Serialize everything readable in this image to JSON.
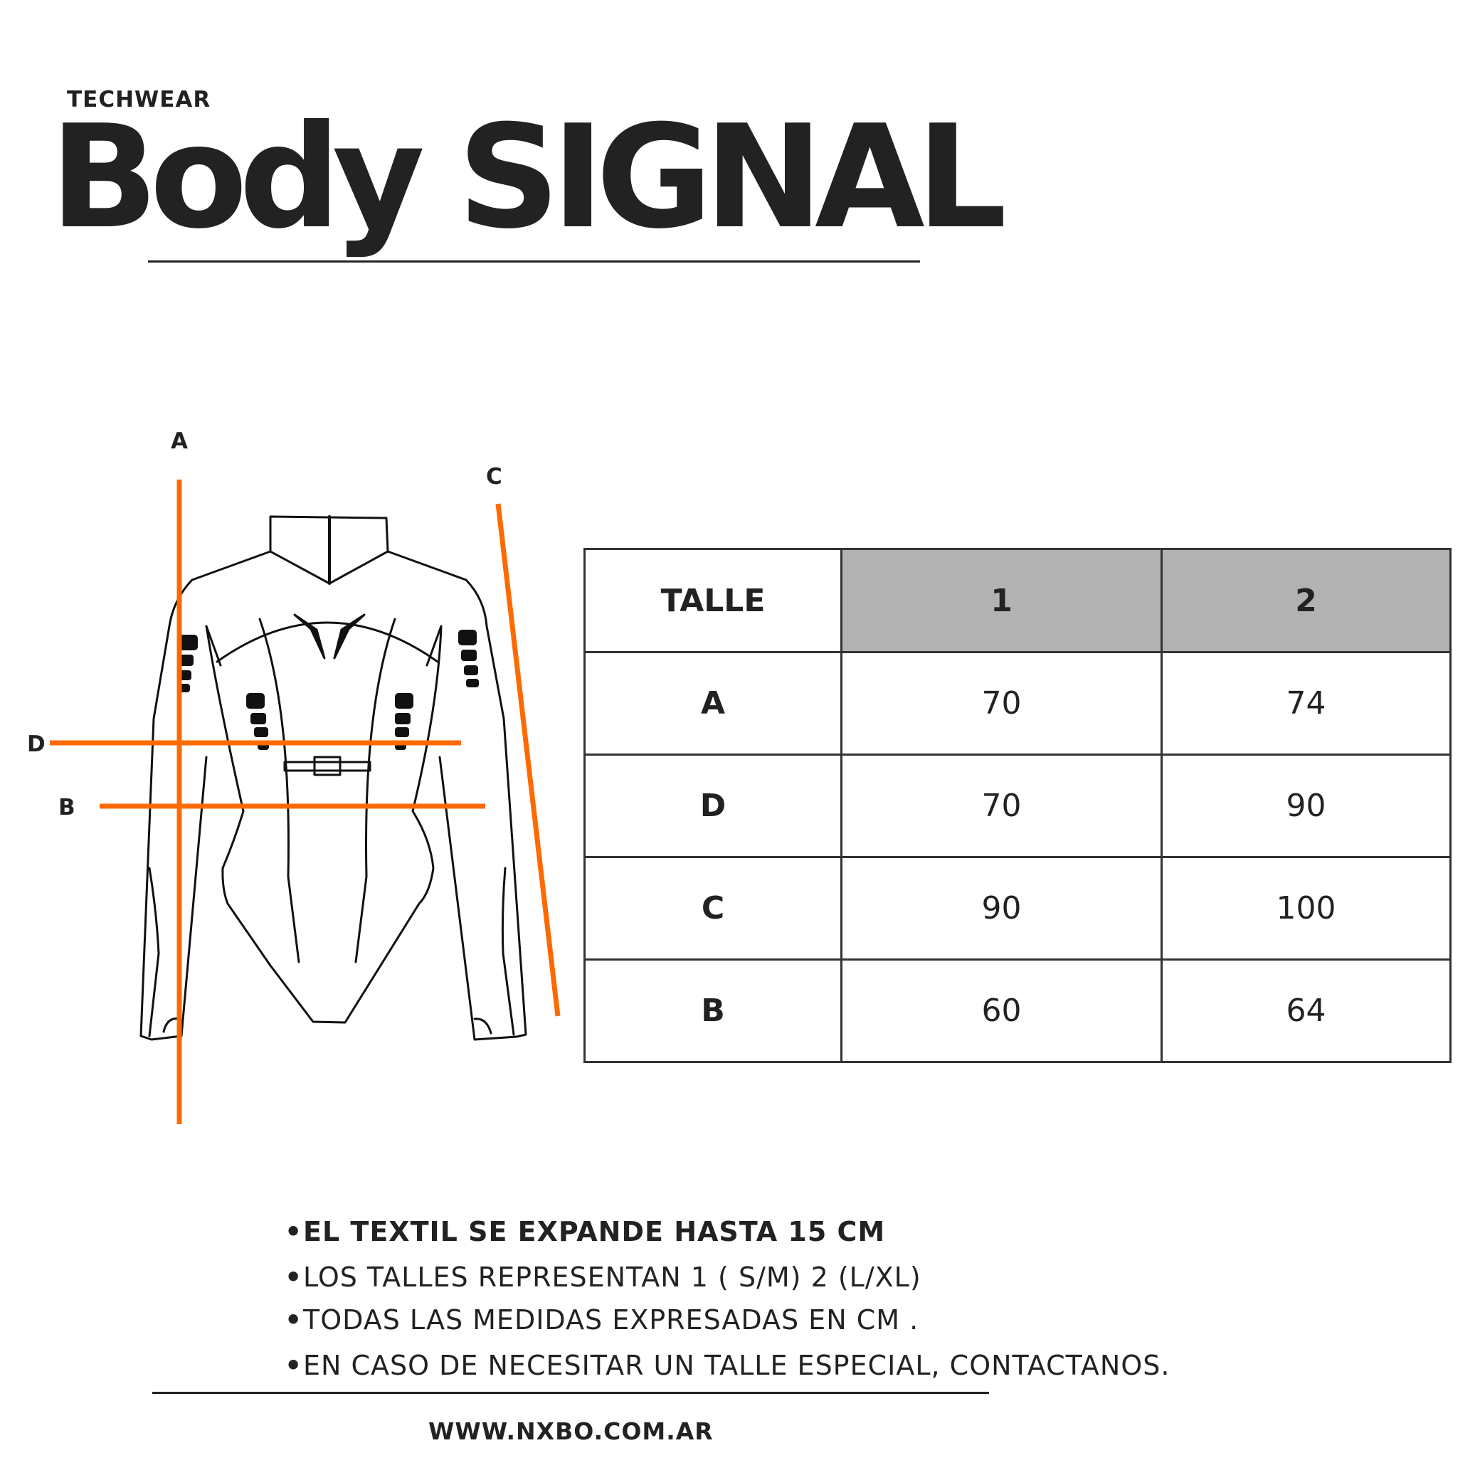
{
  "header": {
    "eyebrow": "TECHWEAR",
    "title": "Body SIGNAL"
  },
  "diagram": {
    "labels": [
      "A",
      "C",
      "D",
      "B"
    ],
    "colors": {
      "measure_line": "#ff6a00",
      "outline": "#111111"
    },
    "icons": [
      "bodysuit-outline"
    ]
  },
  "size_table": {
    "header": [
      "TALLE",
      "1",
      "2"
    ],
    "rows": [
      {
        "label": "A",
        "values": [
          "70",
          "74"
        ]
      },
      {
        "label": "D",
        "values": [
          "70",
          "90"
        ]
      },
      {
        "label": "C",
        "values": [
          "90",
          "100"
        ]
      },
      {
        "label": "B",
        "values": [
          "60",
          "64"
        ]
      }
    ],
    "header_fill": "#b2b2b2"
  },
  "notes": [
    "EL TEXTIL SE EXPANDE HASTA 15 CM",
    "LOS TALLES REPRESENTAN 1 ( S/M) 2 (L/XL)",
    "TODAS LAS MEDIDAS EXPRESADAS EN CM .",
    "EN CASO DE NECESITAR UN TALLE ESPECIAL, CONTACTANOS."
  ],
  "footer": {
    "website": "WWW.NXBO.COM.AR"
  }
}
